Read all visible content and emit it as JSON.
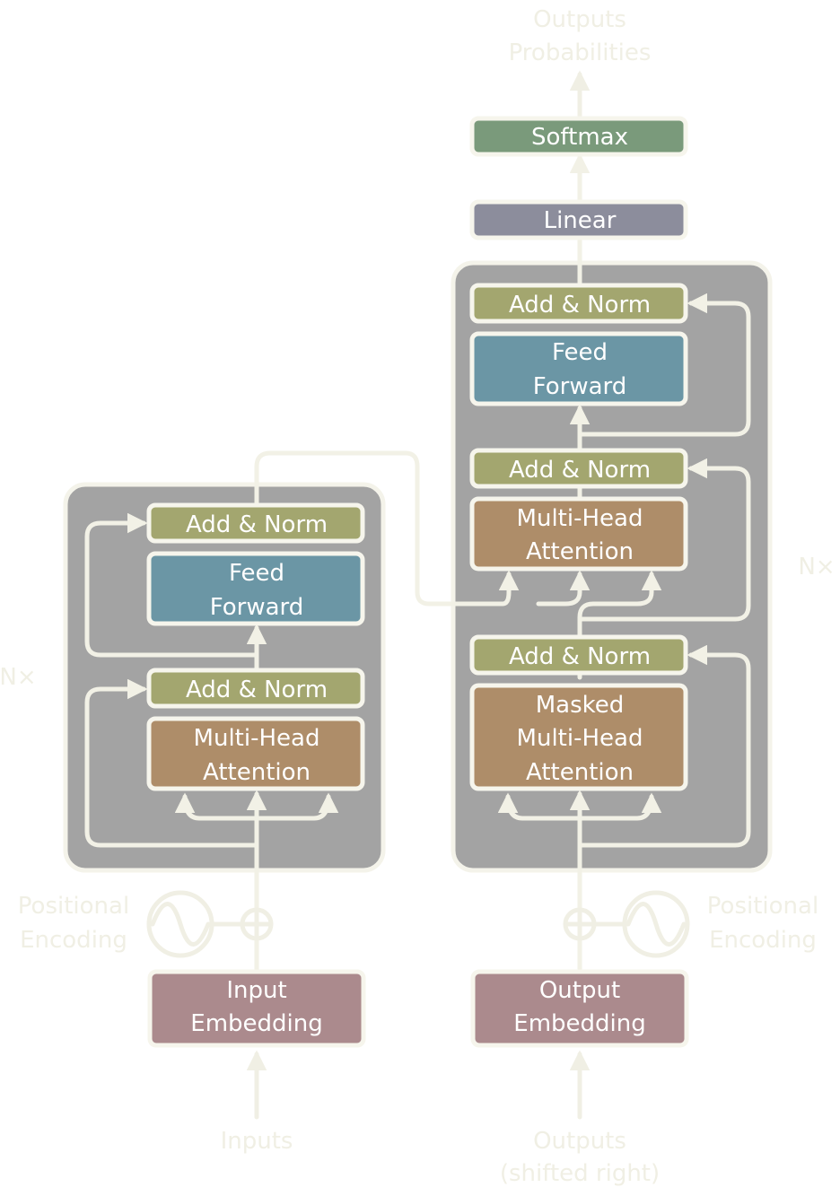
{
  "colors": {
    "panel": "#a3a3a3",
    "add_norm": "#a3a66f",
    "feed_forward": "#6b96a5",
    "attention": "#ae8d69",
    "embedding": "#ab8a8d",
    "linear": "#8c8d9c",
    "softmax": "#7a9a7b",
    "faint_text": "#f0efe4",
    "connector": "#f2f1e6"
  },
  "encoder": {
    "n_label": "N×",
    "add_norm_top": "Add & Norm",
    "feed_forward": [
      "Feed",
      "Forward"
    ],
    "add_norm_bottom": "Add & Norm",
    "attention": [
      "Multi-Head",
      "Attention"
    ],
    "positional_encoding": [
      "Positional",
      "Encoding"
    ],
    "embedding": [
      "Input",
      "Embedding"
    ],
    "input_label": "Inputs"
  },
  "decoder": {
    "n_label": "N×",
    "output_label": [
      "Outputs",
      "Probabilities"
    ],
    "softmax": "Softmax",
    "linear": "Linear",
    "add_norm_top": "Add & Norm",
    "feed_forward": [
      "Feed",
      "Forward"
    ],
    "add_norm_mid": "Add & Norm",
    "attention": [
      "Multi-Head",
      "Attention"
    ],
    "add_norm_bottom": "Add & Norm",
    "masked_attention": [
      "Masked",
      "Multi-Head",
      "Attention"
    ],
    "positional_encoding": [
      "Positional",
      "Encoding"
    ],
    "embedding": [
      "Output",
      "Embedding"
    ],
    "input_label": [
      "Outputs",
      "(shifted right)"
    ]
  }
}
